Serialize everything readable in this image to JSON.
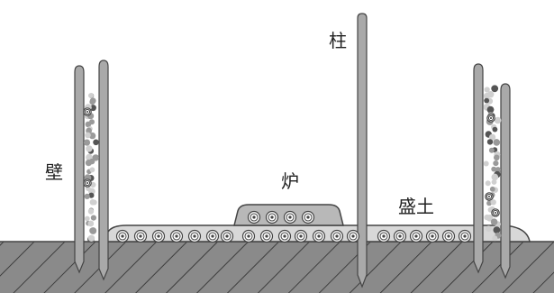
{
  "labels": {
    "wall": "壁",
    "pillar": "柱",
    "hearth": "炉",
    "mound": "盛土"
  },
  "colors": {
    "ground_fill": "#8a8a8a",
    "hatch_line": "#2a2a2a",
    "post_fill": "#a9a9a9",
    "mound_fill": "#d8d8d8",
    "hearth_fill": "#b8b8b8",
    "outline": "#444444",
    "pebble_light": "#d0d0d0",
    "pebble_mid": "#9a9a9a",
    "pebble_dark": "#555555"
  }
}
